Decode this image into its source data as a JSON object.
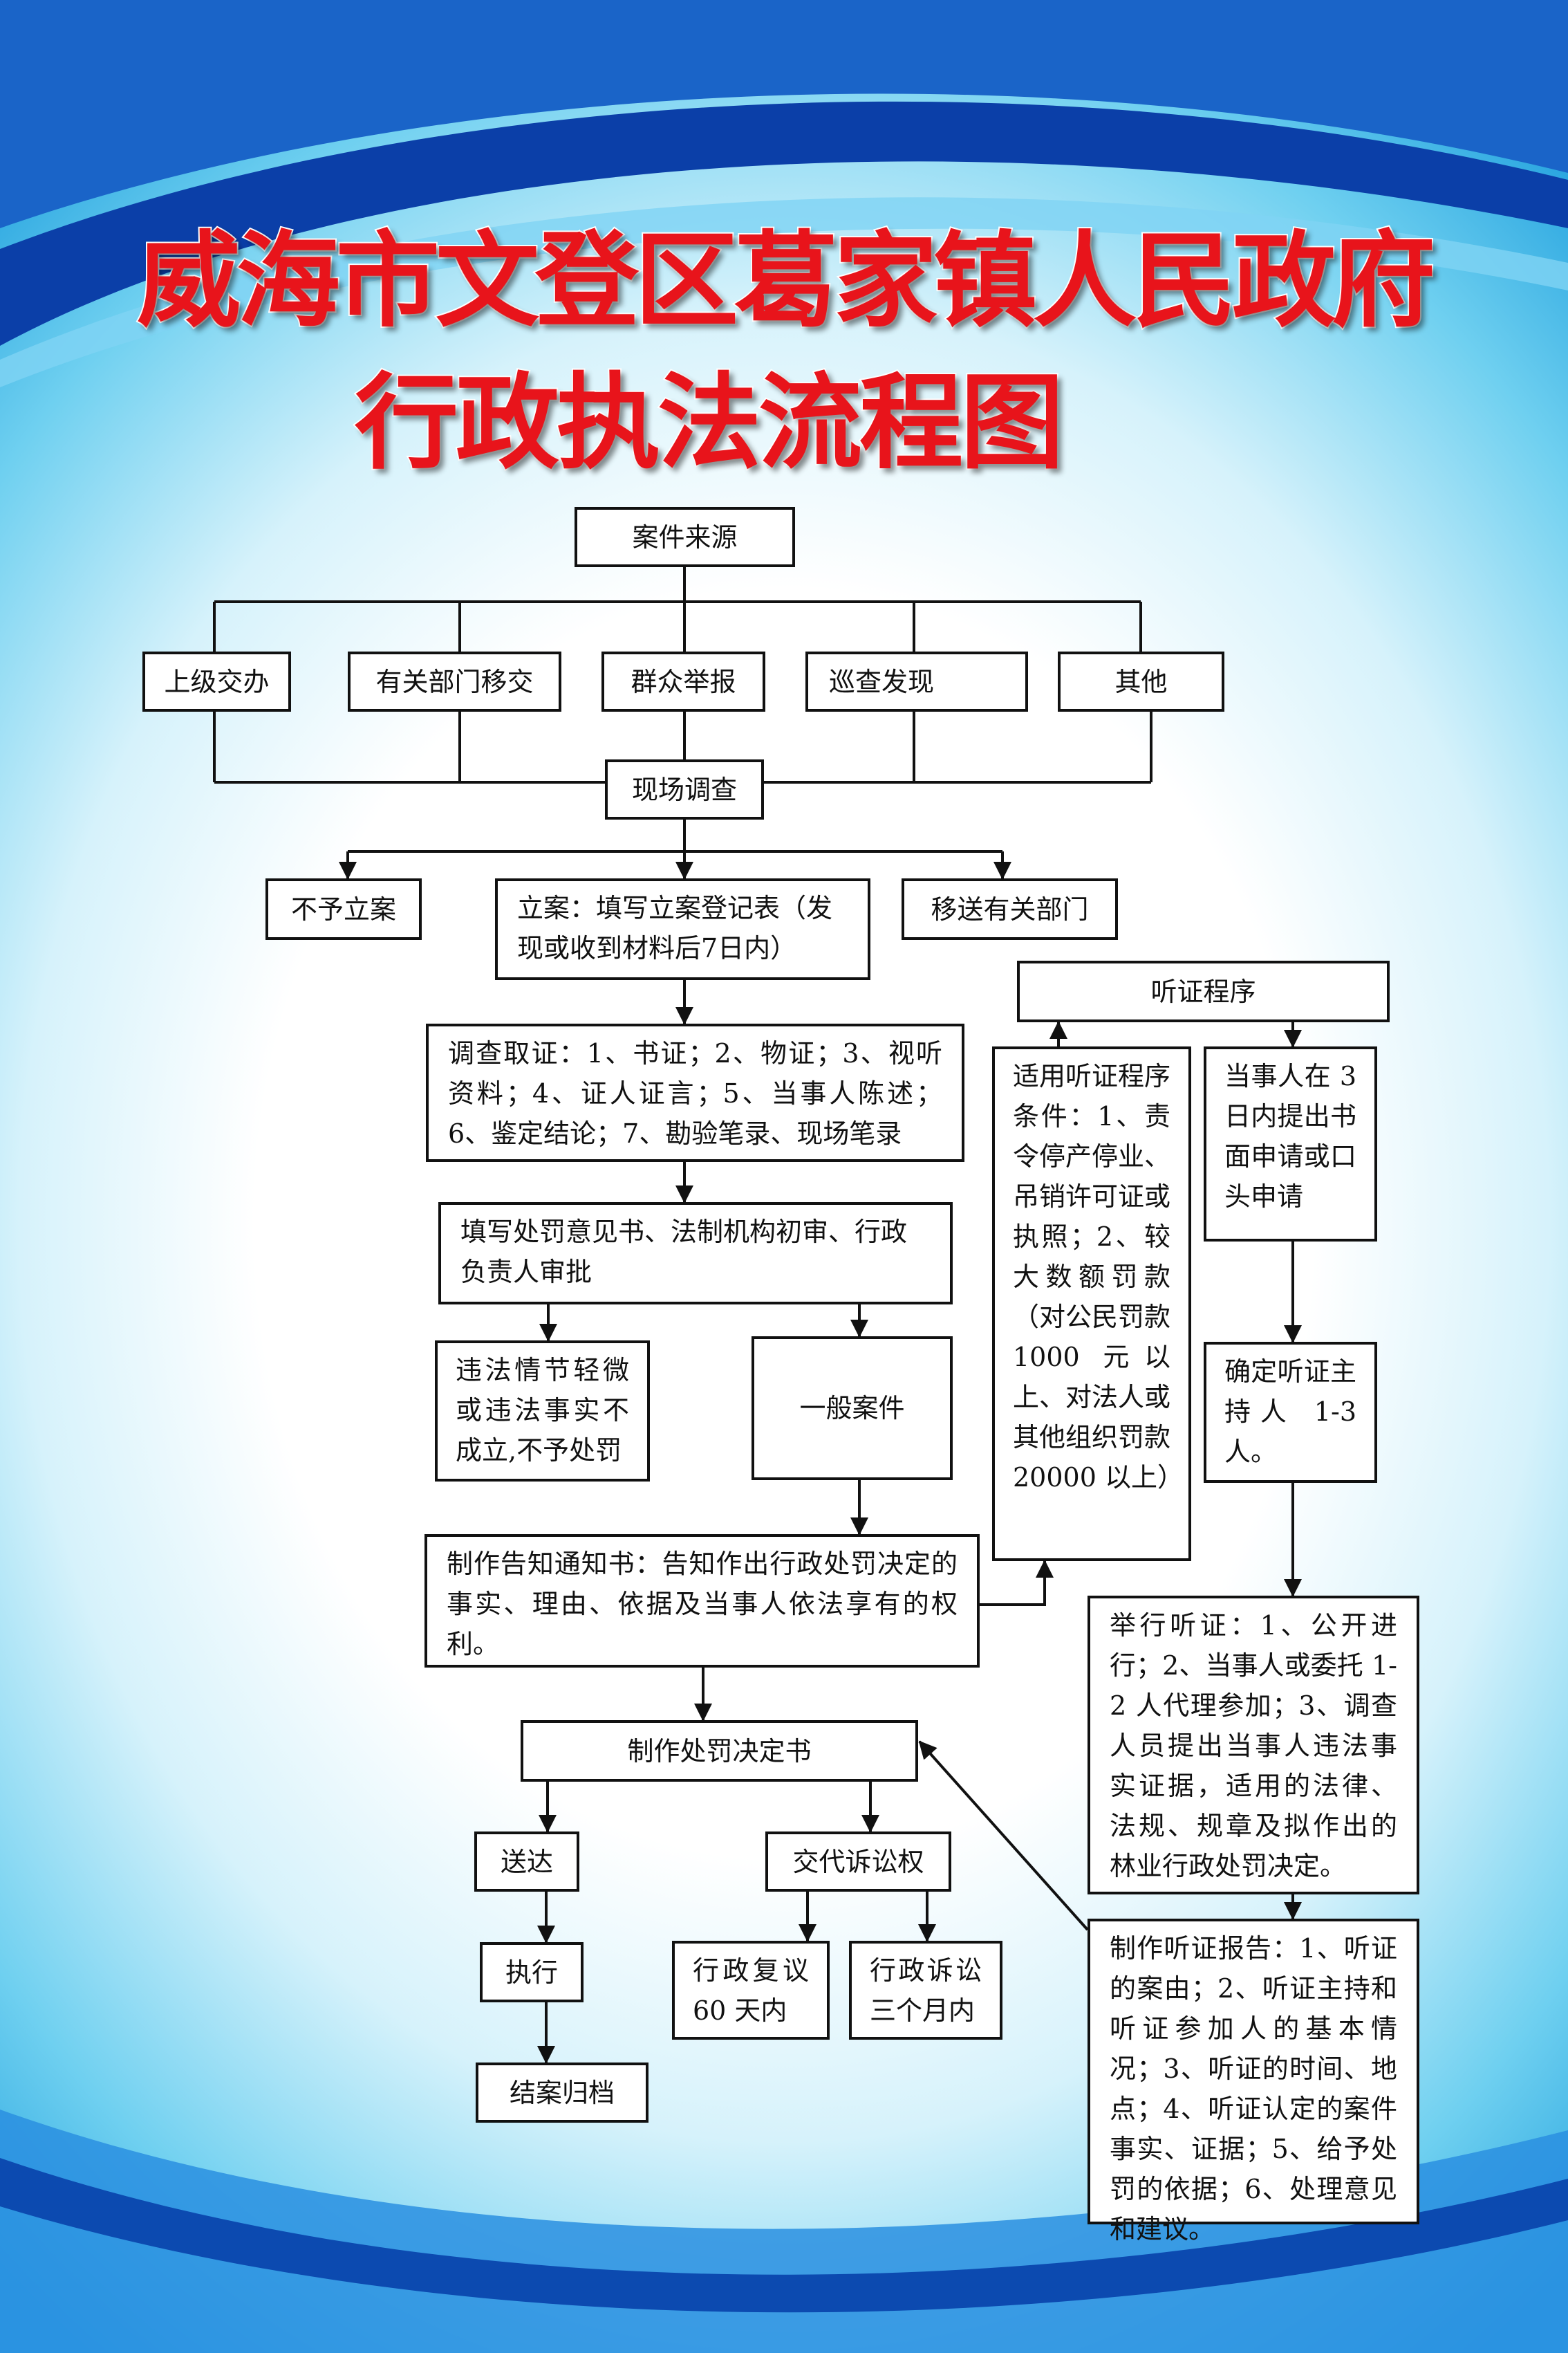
{
  "title": {
    "line1": "威海市文登区葛家镇人民政府",
    "line2": "行政执法流程图"
  },
  "nodes": {
    "source": "案件来源",
    "superior": "上级交办",
    "transfer_in": "有关部门移交",
    "report": "群众举报",
    "patrol": "巡查发现",
    "other": "其他",
    "onsite": "现场调查",
    "no_case": "不予立案",
    "file_case": "立案：填写立案登记表（发现或收到材料后7日内）",
    "transfer_out": "移送有关部门",
    "hearing": "听证程序",
    "evidence": "调查取证：1、书证；2、物证；3、视听资料；4、证人证言；5、当事人陈述；6、鉴定结论；7、勘验笔录、现场笔录",
    "hearing_conditions": "适用听证程序条件：1、责令停产停业、吊销许可证或执照；2、较大数额罚款（对公民罚款 1000 元以上、对法人或其他组织罚款 20000 以上）",
    "party_apply": "当事人在 3 日内提出书面申请或口头申请",
    "opinion": "填写处罚意见书、法制机构初审、行政负责人审批",
    "minor": "违法情节轻微或违法事实不成立,不予处罚",
    "general": "一般案件",
    "host": "确定听证主持人 1-3 人。",
    "notice": "制作告知通知书：告知作出行政处罚决定的事实、理由、依据及当事人依法享有的权利。",
    "hold_hearing": "举行听证：1、公开进行；2、当事人或委托 1-2 人代理参加；3、调查人员提出当事人违法事实证据，适用的法律、法规、规章及拟作出的林业行政处罚决定。",
    "decision": "制作处罚决定书",
    "deliver": "送达",
    "rights": "交代诉讼权",
    "hearing_report": "制作听证报告：1、听证的案由；2、听证主持和听证参加人的基本情况；3、听证的时间、地点；4、听证认定的案件事实、证据；5、给予处罚的依据；6、处理意见和建议。",
    "execute": "执行",
    "review": "行政复议 60 天内",
    "litigation": "行政诉讼三个月内",
    "archive": "结案归档"
  }
}
